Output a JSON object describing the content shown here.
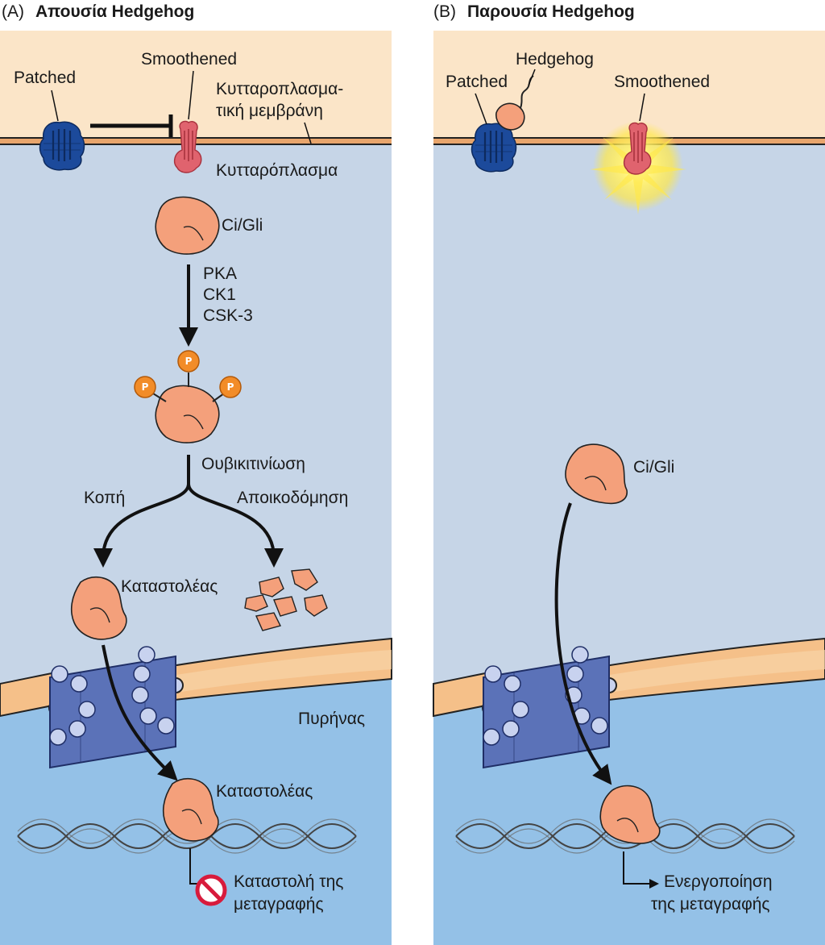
{
  "panels": {
    "a": {
      "tag": "(A)",
      "title": "Απουσία Hedgehog",
      "labels": {
        "patched": "Patched",
        "smoothened": "Smoothened",
        "membrane_1": "Κυτταροπλασμα-",
        "membrane_2": "τική μεμβράνη",
        "cytoplasm": "Κυτταρόπλασμα",
        "ci_gli": "Ci/Gli",
        "kinase_1": "PKA",
        "kinase_2": "CK1",
        "kinase_3": "CSK-3",
        "phospho": "P",
        "ubiquitination": "Ουβικιτινίωση",
        "cleavage": "Κοπή",
        "degradation": "Αποικοδόμηση",
        "repressor_cyto": "Καταστολέας",
        "nucleus": "Πυρήνας",
        "repressor_nuc": "Καταστολέας",
        "outcome_1": "Καταστολή της",
        "outcome_2": "μεταγραφής"
      }
    },
    "b": {
      "tag": "(B)",
      "title": "Παρουσία Hedgehog",
      "labels": {
        "hedgehog": "Hedgehog",
        "patched": "Patched",
        "smoothened": "Smoothened",
        "ci_gli": "Ci/Gli",
        "outcome_1": "Ενεργοποίηση",
        "outcome_2": "της μεταγραφής"
      }
    }
  },
  "colors": {
    "extracellular": "#fbe5c8",
    "cytoplasm": "#c6d5e7",
    "nucleoplasm": "#94c1e7",
    "membrane_line": "#e8a56c",
    "patched": "#1c4a9b",
    "smoothened": "#e0636e",
    "protein": "#f4a07b",
    "phosphate": "#f28c28",
    "nuclear_envelope": "#f5c089",
    "pore_complex": "#5b72b8",
    "pore_subunit": "#c8d2ef",
    "activation_glow": "#ffe84a",
    "inhibit_sign": "#d81b3c"
  }
}
